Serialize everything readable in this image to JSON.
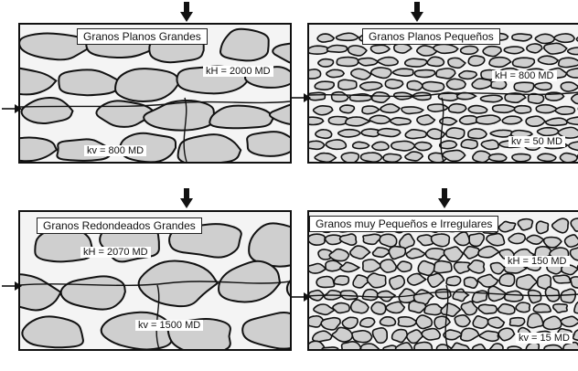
{
  "panels": [
    {
      "title": "Granos Planos Grandes",
      "kh_label": "kH = 2000 MD",
      "kv_label": "kv = 800 MD",
      "grain_type": "large-flat"
    },
    {
      "title": "Granos Planos Pequeños",
      "kh_label": "kH = 800 MD",
      "kv_label": "kv = 50 MD",
      "grain_type": "small-flat"
    },
    {
      "title": "Granos Redondeados  Grandes",
      "kh_label": "kH = 2070 MD",
      "kv_label": "kv = 1500 MD",
      "grain_type": "large-round"
    },
    {
      "title": "Granos muy Pequeños e Irregulares",
      "kh_label": "kH = 150 MD",
      "kv_label": "kv = 15 MD",
      "grain_type": "small-irregular"
    }
  ],
  "colors": {
    "grain_fill": "#cfcfcf",
    "grain_stroke": "#111111",
    "matrix": "#f4f4f4",
    "flow": "#111111"
  }
}
